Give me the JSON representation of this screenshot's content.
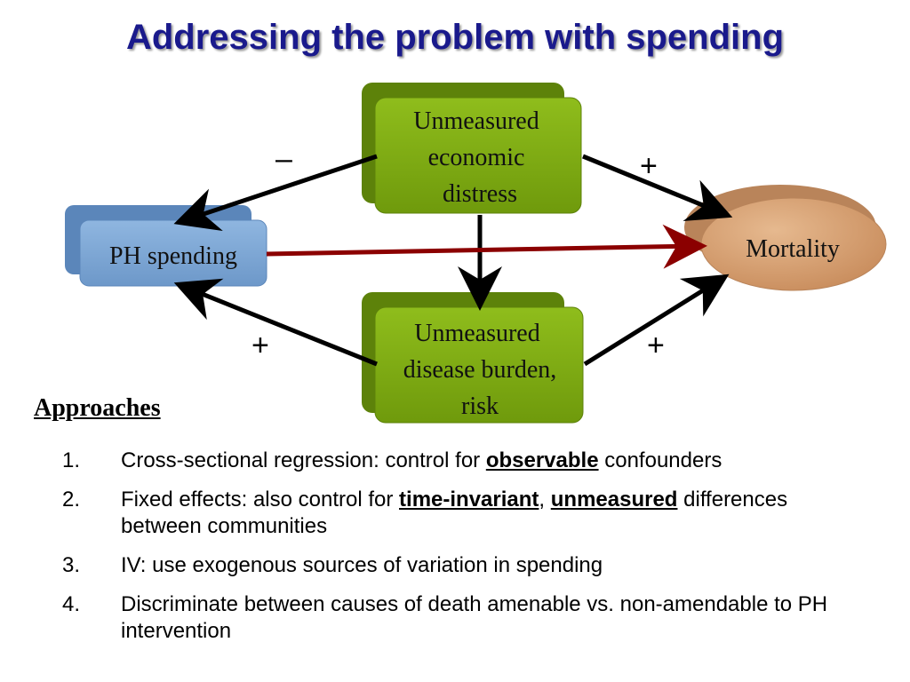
{
  "title": "Addressing the problem with spending",
  "nodes": {
    "economic_distress": [
      "Unmeasured",
      "economic",
      "distress"
    ],
    "ph_spending": "PH spending",
    "mortality": "Mortality",
    "disease_burden": [
      "Unmeasured",
      "disease burden,",
      "risk"
    ]
  },
  "edge_signs": {
    "economic_to_spending": "–",
    "economic_to_mortality": "+",
    "disease_to_spending": "+",
    "disease_to_mortality": "+"
  },
  "colors": {
    "title": "#1a1a8c",
    "green_box": "#7faa12",
    "blue_box": "#7ea7d6",
    "tan_oval": "#d9a274",
    "red_arrow": "#8b0000",
    "black_arrow": "#000000"
  },
  "approaches": {
    "heading": "Approaches",
    "items": [
      {
        "number": "1.",
        "parts": {
          "a": "Cross-sectional regression: control for ",
          "b": "observable",
          "c": " confounders"
        }
      },
      {
        "number": "2.",
        "parts": {
          "a": "Fixed effects: also control for ",
          "b": "time-invariant",
          "c": ", ",
          "d": "unmeasured",
          "e": " differences between communities"
        }
      },
      {
        "number": "3.",
        "parts": {
          "a": "IV: use exogenous sources of variation in spending"
        }
      },
      {
        "number": "4.",
        "parts": {
          "a": "Discriminate between causes of death amenable vs. non-amendable to PH intervention"
        }
      }
    ]
  }
}
